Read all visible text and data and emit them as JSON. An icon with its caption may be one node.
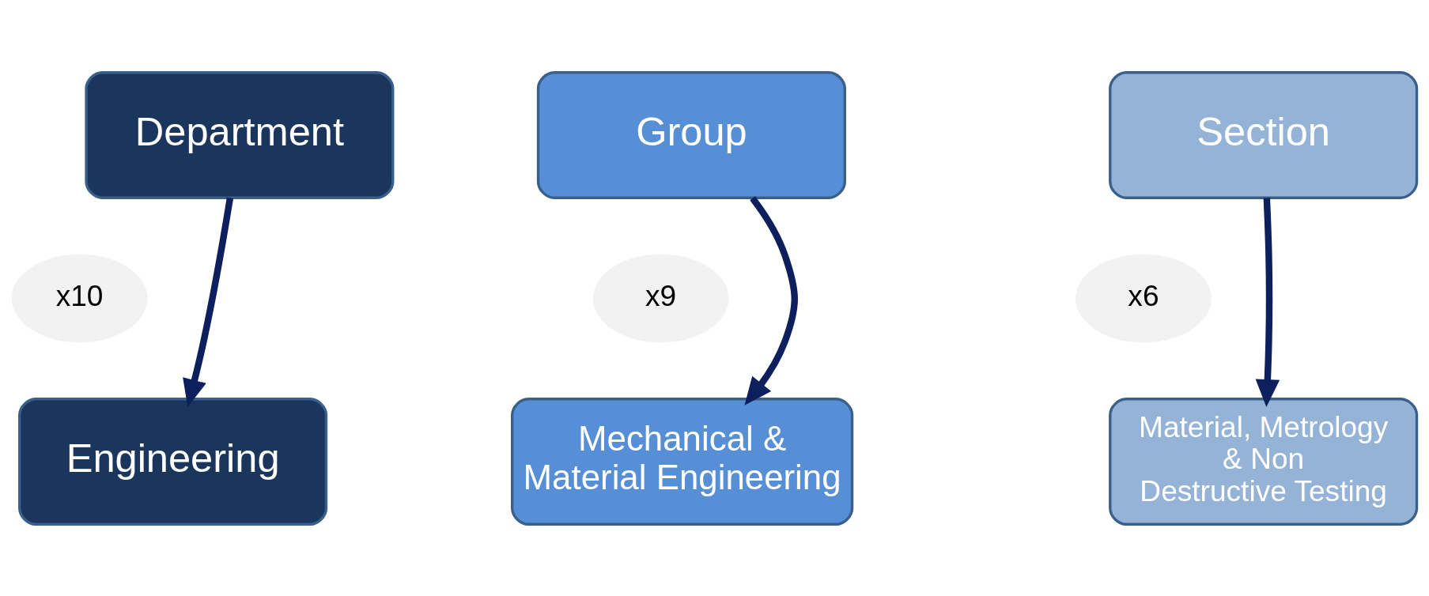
{
  "diagram": {
    "nodes": [
      {
        "text": [
          "Department"
        ]
      },
      {
        "text": [
          "Group"
        ]
      },
      {
        "text": [
          "Section"
        ]
      },
      {
        "text": [
          "x10"
        ]
      },
      {
        "text": [
          "x9"
        ]
      },
      {
        "text": [
          "x6"
        ]
      },
      {
        "text": [
          "Engineering"
        ]
      },
      {
        "text": [
          "Mechanical & Material Engineering"
        ]
      },
      {
        "text": [
          "Material, Metrology & Non Destructive Testing"
        ]
      }
    ],
    "edges": [
      {
        "from": 0,
        "to": 6,
        "arrow": "to"
      },
      {
        "from": 1,
        "to": 7,
        "arrow": "to"
      },
      {
        "from": 2,
        "to": 8,
        "arrow": "to"
      }
    ]
  }
}
